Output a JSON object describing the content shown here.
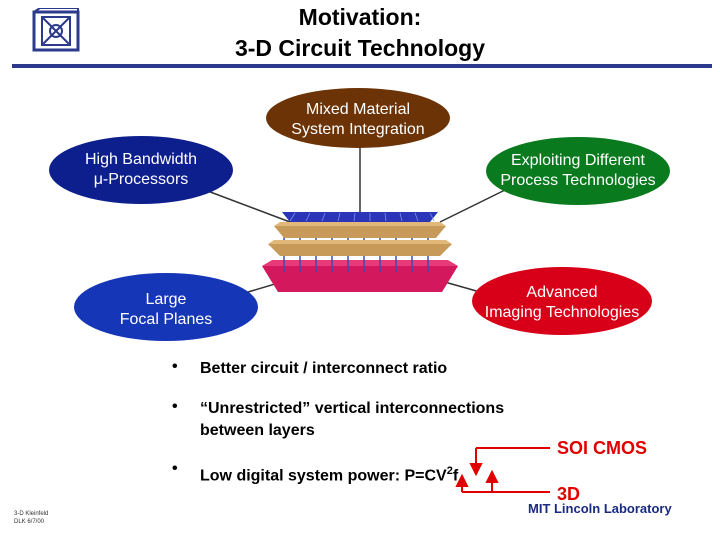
{
  "title": {
    "line1": "Motivation:",
    "line2": "3-D Circuit Technology"
  },
  "nodes": {
    "top": {
      "line1": "Mixed Material",
      "line2": "System Integration",
      "color": "#6b3306"
    },
    "left": {
      "line1": "High Bandwidth",
      "line2": "μ-Processors",
      "color": "#0d1f8c"
    },
    "right": {
      "line1": "Exploiting Different",
      "line2": "Process Technologies",
      "color": "#0a7a1e"
    },
    "bottom_left": {
      "line1": "Large",
      "line2": "Focal Planes",
      "color": "#1636b8"
    },
    "bottom_right": {
      "line1": "Advanced",
      "line2": "Imaging Technologies",
      "color": "#d80018"
    }
  },
  "bullets": {
    "symbol": "•",
    "b1": "Better circuit / interconnect ratio",
    "b2_line1": "“Unrestricted” vertical interconnections",
    "b2_line2": "between layers",
    "b3_text": "Low digital system power:  P=CV",
    "b3_sup": "2",
    "b3_tail": "f"
  },
  "callouts": {
    "soi": "SOI CMOS",
    "threed": "3D",
    "color": "#e00000"
  },
  "footer": {
    "left_line1": "3-D Kleinfeld",
    "left_line2": "DLK 6/7/00",
    "right": "MIT Lincoln Laboratory"
  },
  "accent_color": "#2b3a8c"
}
